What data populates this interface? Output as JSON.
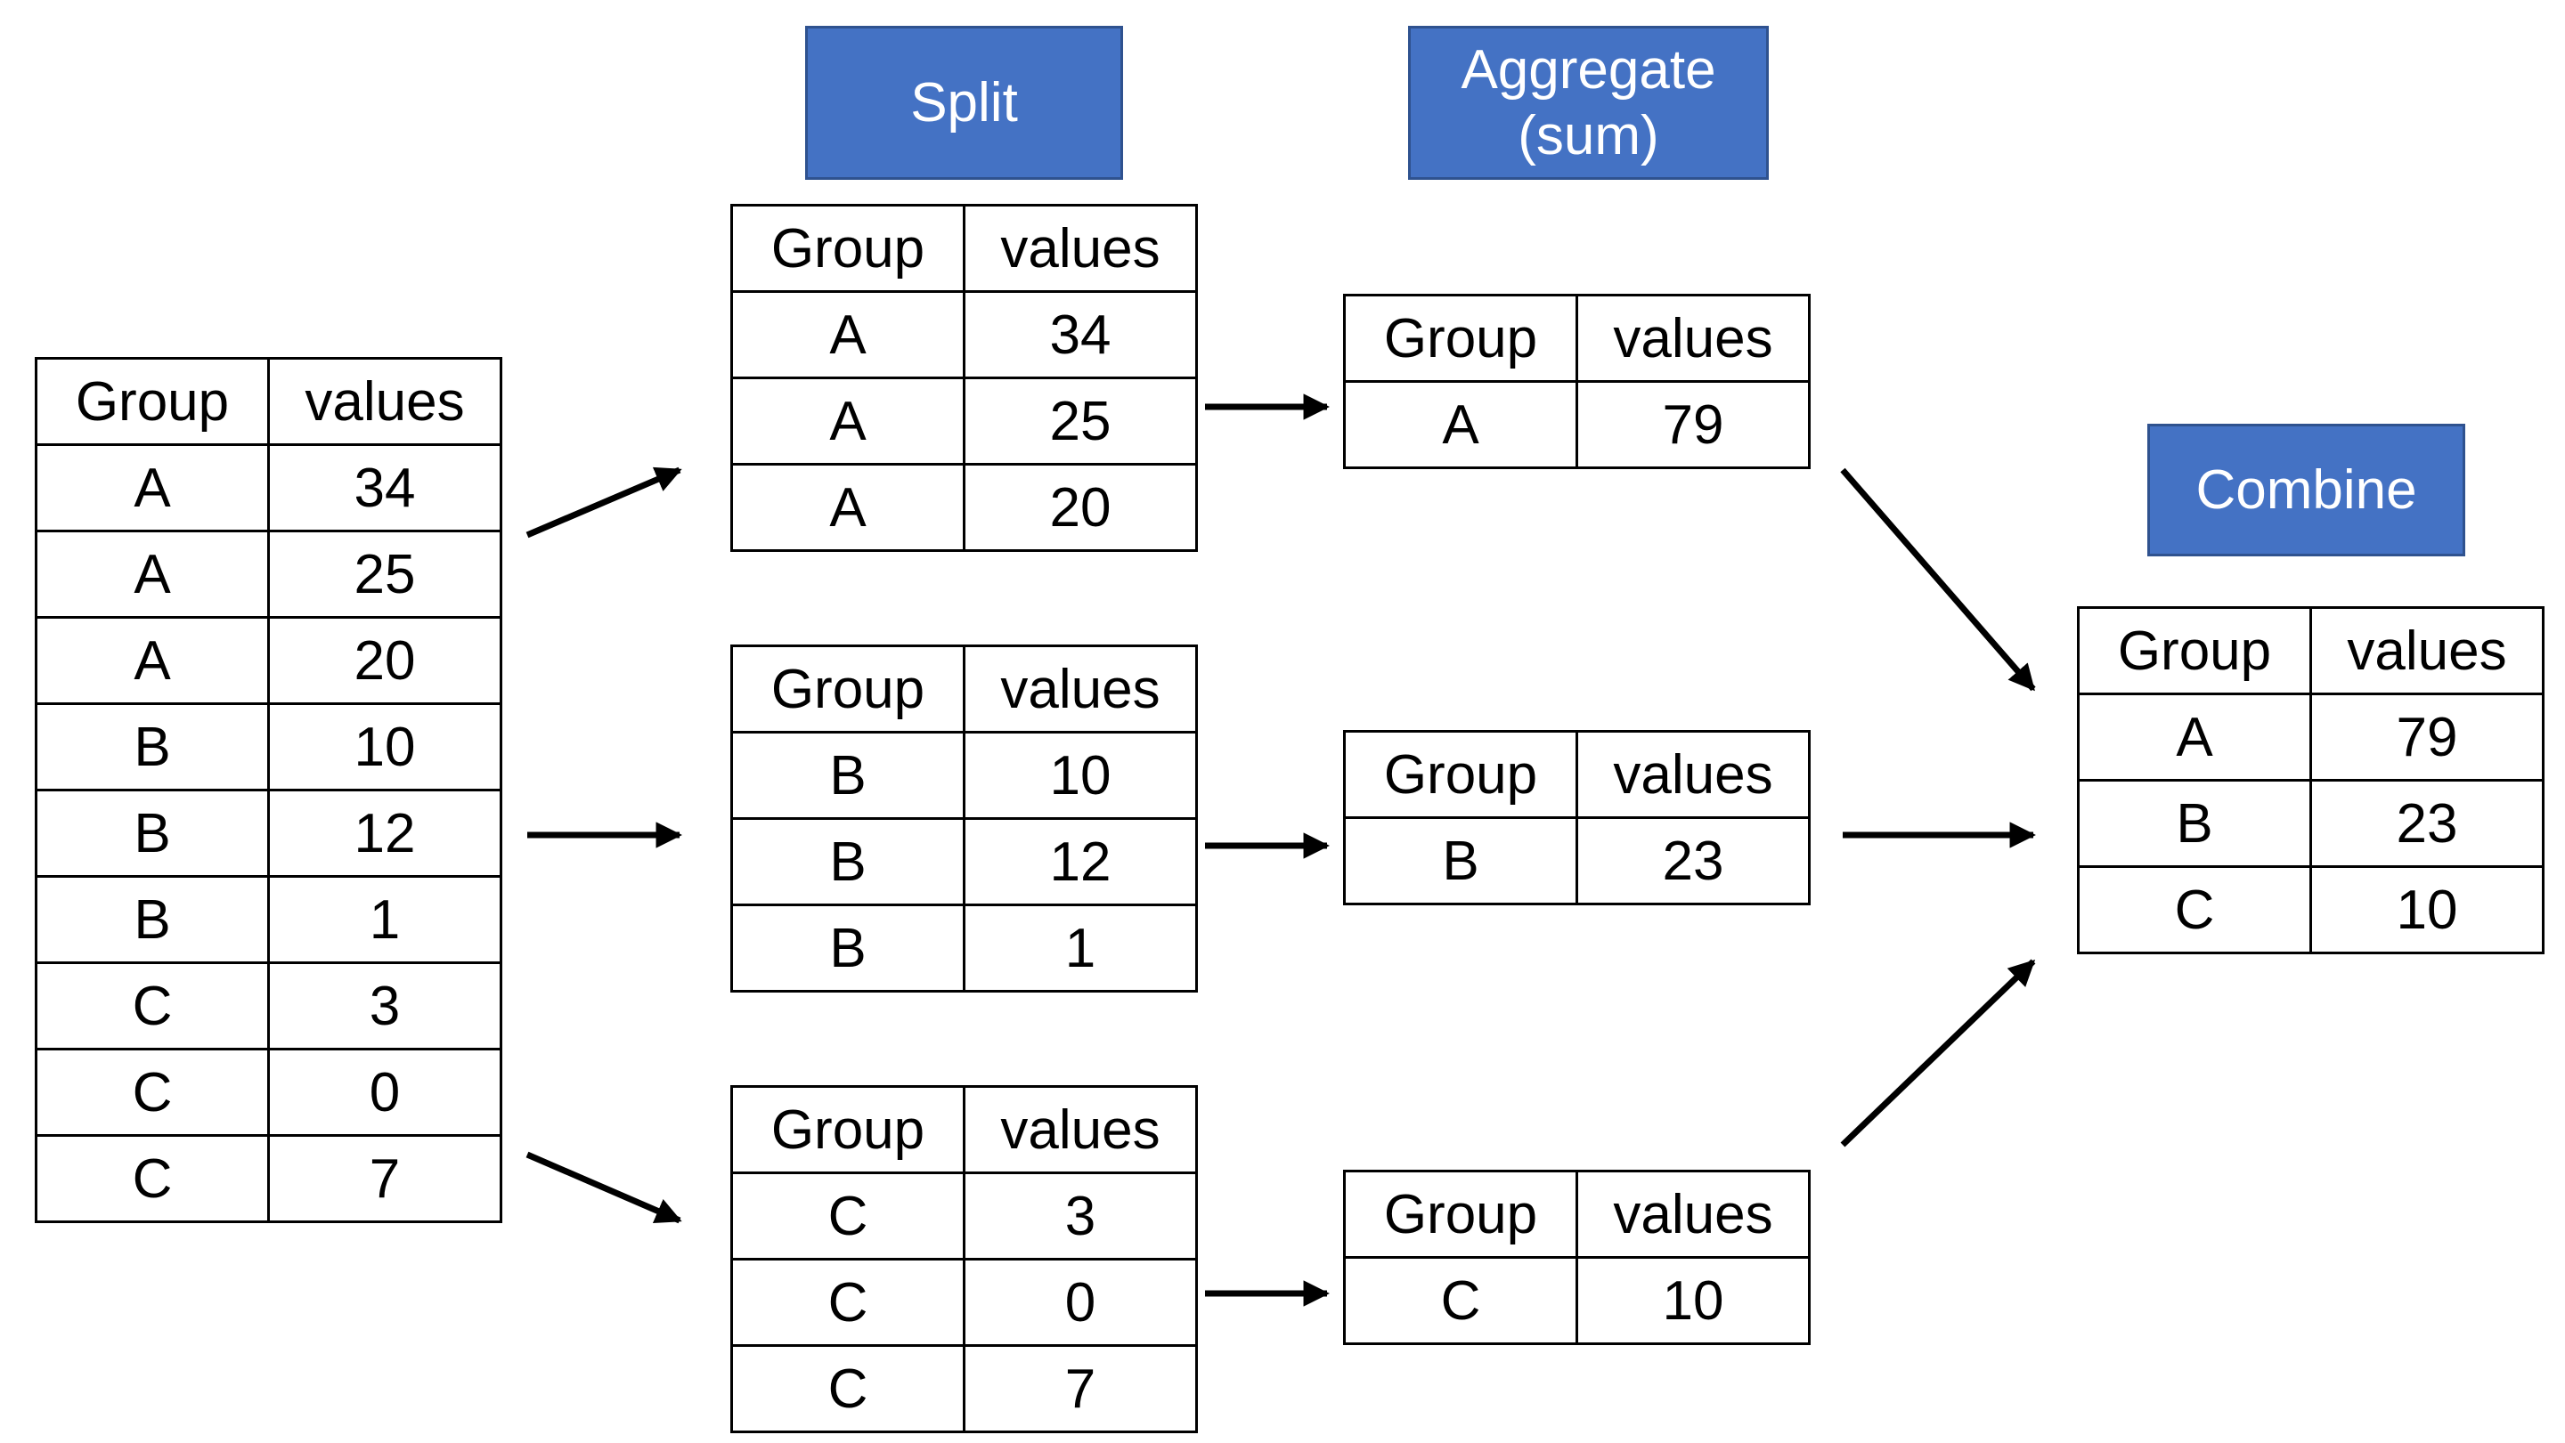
{
  "headers": {
    "split": "Split",
    "aggregate": "Aggregate\n(sum)",
    "combine": "Combine"
  },
  "columns": {
    "group": "Group",
    "values": "values"
  },
  "source_table": [
    [
      "A",
      "34"
    ],
    [
      "A",
      "25"
    ],
    [
      "A",
      "20"
    ],
    [
      "B",
      "10"
    ],
    [
      "B",
      "12"
    ],
    [
      "B",
      "1"
    ],
    [
      "C",
      "3"
    ],
    [
      "C",
      "0"
    ],
    [
      "C",
      "7"
    ]
  ],
  "split_tables": [
    [
      [
        "A",
        "34"
      ],
      [
        "A",
        "25"
      ],
      [
        "A",
        "20"
      ]
    ],
    [
      [
        "B",
        "10"
      ],
      [
        "B",
        "12"
      ],
      [
        "B",
        "1"
      ]
    ],
    [
      [
        "C",
        "3"
      ],
      [
        "C",
        "0"
      ],
      [
        "C",
        "7"
      ]
    ]
  ],
  "aggregate_tables": [
    [
      [
        "A",
        "79"
      ]
    ],
    [
      [
        "B",
        "23"
      ]
    ],
    [
      [
        "C",
        "10"
      ]
    ]
  ],
  "combined_table": [
    [
      "A",
      "79"
    ],
    [
      "B",
      "23"
    ],
    [
      "C",
      "10"
    ]
  ],
  "colors": {
    "header_fill": "#4472C4",
    "header_border": "#2F528F",
    "line": "#000000"
  }
}
